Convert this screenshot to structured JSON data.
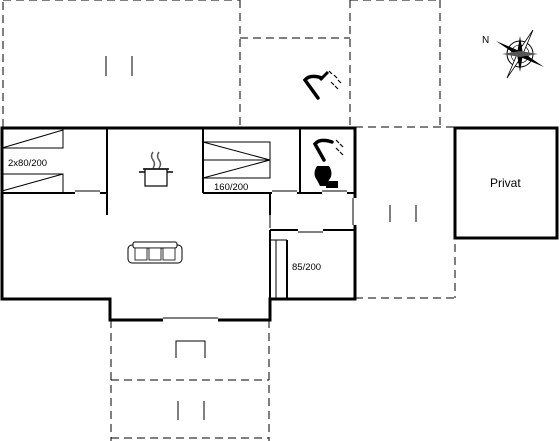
{
  "plan": {
    "compass_letter": "N",
    "rooms": {
      "bedroom_left_label": "2x80/200",
      "bedroom_center_label": "160/200",
      "bedroom_right_label": "85/200",
      "annex_label": "Privat"
    },
    "icons": [
      "compass-rose-icon",
      "outdoor-shower-icon",
      "shower-icon",
      "toilet-icon",
      "cooking-pot-icon",
      "sofa-icon",
      "bed-icon"
    ]
  }
}
